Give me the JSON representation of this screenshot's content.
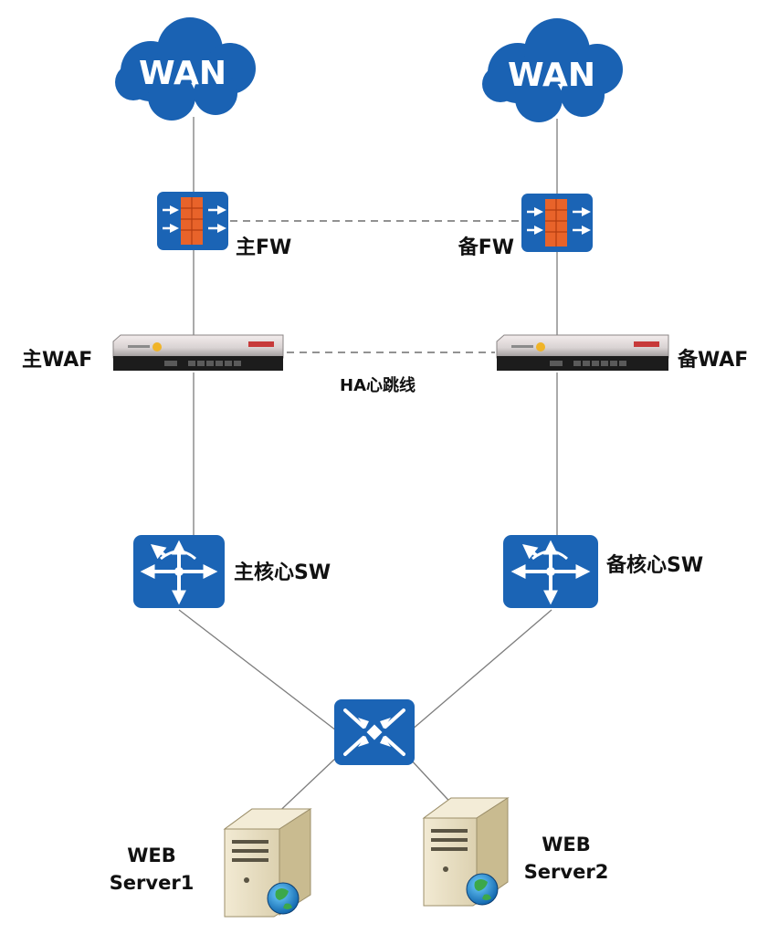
{
  "wan": {
    "left_label": "WAN",
    "right_label": "WAN"
  },
  "firewalls": {
    "primary_label": "主FW",
    "backup_label": "备FW"
  },
  "waf": {
    "primary_label": "主WAF",
    "backup_label": "备WAF",
    "heartbeat_label": "HA心跳线"
  },
  "core_switches": {
    "primary_label": "主核心SW",
    "backup_label": "备核心SW"
  },
  "servers": {
    "server1_line1": "WEB",
    "server1_line2": "Server1",
    "server2_line1": "WEB",
    "server2_line2": "Server2"
  },
  "colors": {
    "device_blue": "#1b64b5",
    "cloud_blue": "#1a62b3",
    "firewall_orange": "#e8632a",
    "link_gray": "#7d7d7d",
    "server_beige": "#e7dcbc"
  },
  "icons": {
    "cloud": "cloud-icon",
    "firewall": "firewall-icon",
    "waf_appliance": "rack-appliance-icon",
    "core_switch": "l3-switch-icon",
    "access_switch": "switch-icon",
    "server": "server-icon"
  }
}
